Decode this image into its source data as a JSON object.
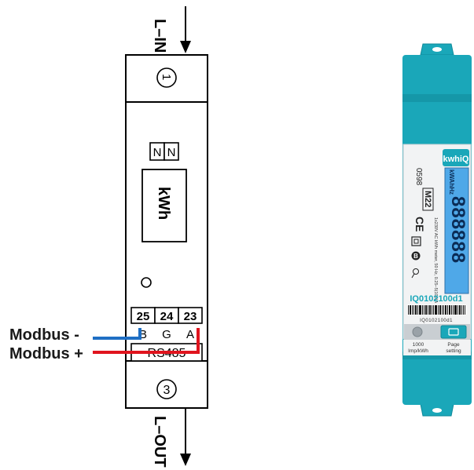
{
  "diagram": {
    "supply_in_label": "L–IN",
    "supply_out_label": "L–OUT",
    "terminal_1": "1",
    "terminal_3": "3",
    "neutral_terminals": [
      "N",
      "N"
    ],
    "display_label": "kWh",
    "modbus_terminals": [
      "25",
      "24",
      "23"
    ],
    "modbus_letters": [
      "B",
      "G",
      "A"
    ],
    "bus_label": "RS485",
    "modbus_minus_label": "Modbus -",
    "modbus_plus_label": "Modbus +",
    "colors": {
      "modbus_minus": "#1f6fc4",
      "modbus_plus": "#e0141e"
    }
  },
  "meter": {
    "brand": "kwhiQ",
    "model_code": "M22",
    "small_code": "0598",
    "serial_text": "IQ0102100d1",
    "barcode_number": "IQ0102100d1",
    "spec_text": "1x230V AC kWh meter, 50 Hz, 0.25–5(100)A",
    "lcd_digits": "888888",
    "lcd_units": "kWAhHz",
    "imp_label": "1000 Imp/kWh",
    "page_label": "Page setting",
    "colors": {
      "body": "#1aa7b9",
      "lcd": "#4fa8e8",
      "faceplate": "#f2f3f4"
    }
  }
}
